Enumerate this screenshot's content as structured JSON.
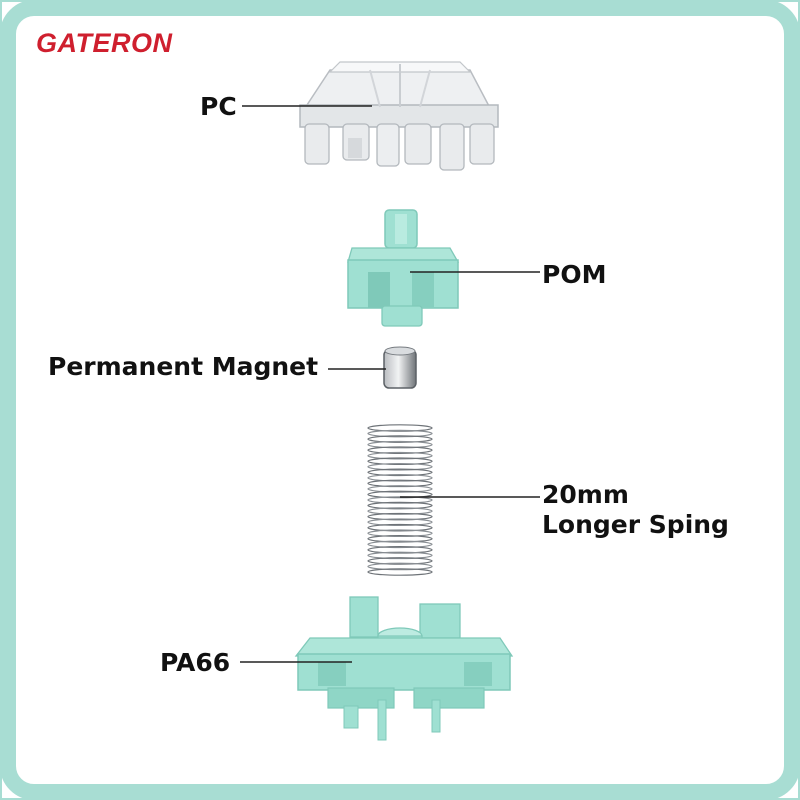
{
  "brand": {
    "name": "GATERON",
    "color": "#cf1f2e"
  },
  "colors": {
    "border": "#a8ddd3",
    "mint": "#9fe0d2",
    "mint_dark": "#7fc9b9",
    "clear": "#e6e8ea"
  },
  "parts": {
    "top_housing": {
      "label": "PC",
      "icon": "clear-top-housing"
    },
    "stem": {
      "label": "POM",
      "icon": "mint-stem"
    },
    "magnet": {
      "label": "Permanent Magnet",
      "icon": "cylinder-magnet"
    },
    "spring": {
      "label_line1": "20mm",
      "label_line2": "Longer Sping",
      "icon": "coil-spring"
    },
    "bottom_housing": {
      "label": "PA66",
      "icon": "mint-bottom-housing"
    }
  }
}
